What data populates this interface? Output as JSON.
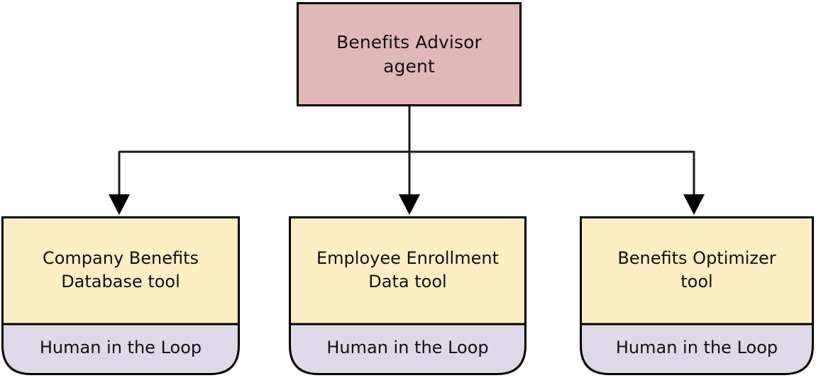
{
  "diagram": {
    "type": "agent-tool-hierarchy",
    "title_node": {
      "label": "Benefits Advisor agent",
      "label_line1": "Benefits Advisor",
      "label_line2": "agent",
      "fill": "#e1b8b8",
      "stroke": "#000000"
    },
    "tool_nodes": [
      {
        "label": "Company Benefits Database tool",
        "label_line1": "Company Benefits",
        "label_line2": "Database tool",
        "footer": "Human in the Loop",
        "fill": "#fdeec4",
        "footer_fill": "#ded8e8",
        "stroke": "#000000"
      },
      {
        "label": "Employee Enrollment Data tool",
        "label_line1": "Employee Enrollment",
        "label_line2": "Data tool",
        "footer": "Human in the Loop",
        "fill": "#fdeec4",
        "footer_fill": "#ded8e8",
        "stroke": "#000000"
      },
      {
        "label": "Benefits Optimizer tool",
        "label_line1": "Benefits Optimizer",
        "label_line2": "tool",
        "footer": "Human in the Loop",
        "fill": "#fdeec4",
        "footer_fill": "#ded8e8",
        "stroke": "#000000"
      }
    ],
    "connectors": {
      "style": "orthogonal-elbow-with-arrowheads",
      "count": 3,
      "color": "#000000",
      "arrowhead": "solid-triangle"
    }
  }
}
